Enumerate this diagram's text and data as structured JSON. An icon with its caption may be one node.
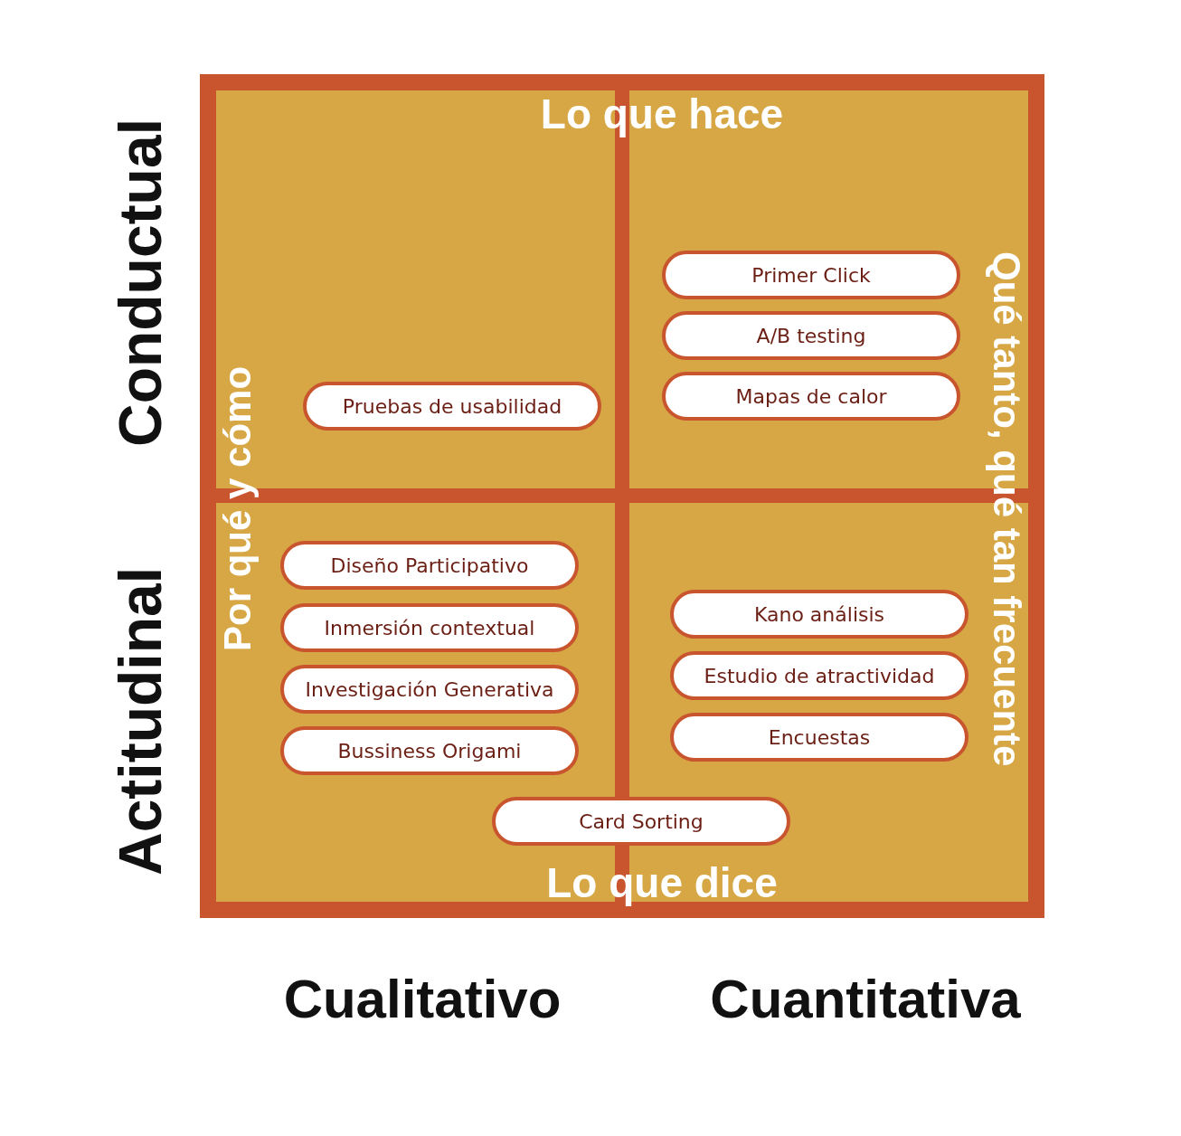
{
  "diagram": {
    "nodes": [
      {
        "text": [
          "Primer Click"
        ]
      },
      {
        "text": [
          "A/B testing"
        ]
      },
      {
        "text": [
          "Mapas de calor"
        ]
      },
      {
        "text": [
          "Pruebas de usabilidad"
        ]
      },
      {
        "text": [
          "Diseño Participativo"
        ]
      },
      {
        "text": [
          "Inmersión contextual"
        ]
      },
      {
        "text": [
          "Investigación Generativa"
        ]
      },
      {
        "text": [
          "Bussiness Origami"
        ]
      },
      {
        "text": [
          "Kano análisis"
        ]
      },
      {
        "text": [
          "Estudio de atractividad"
        ]
      },
      {
        "text": [
          "Encuestas"
        ]
      },
      {
        "text": [
          "Card Sorting"
        ]
      }
    ],
    "labels": [
      "Conductual",
      "Lo que hace",
      "Qué tanto, qué tan frecuente",
      "Por qué y cómo",
      "Actitudinal",
      "Lo que dice",
      "Cualitativo",
      "Cuantitativa"
    ]
  }
}
